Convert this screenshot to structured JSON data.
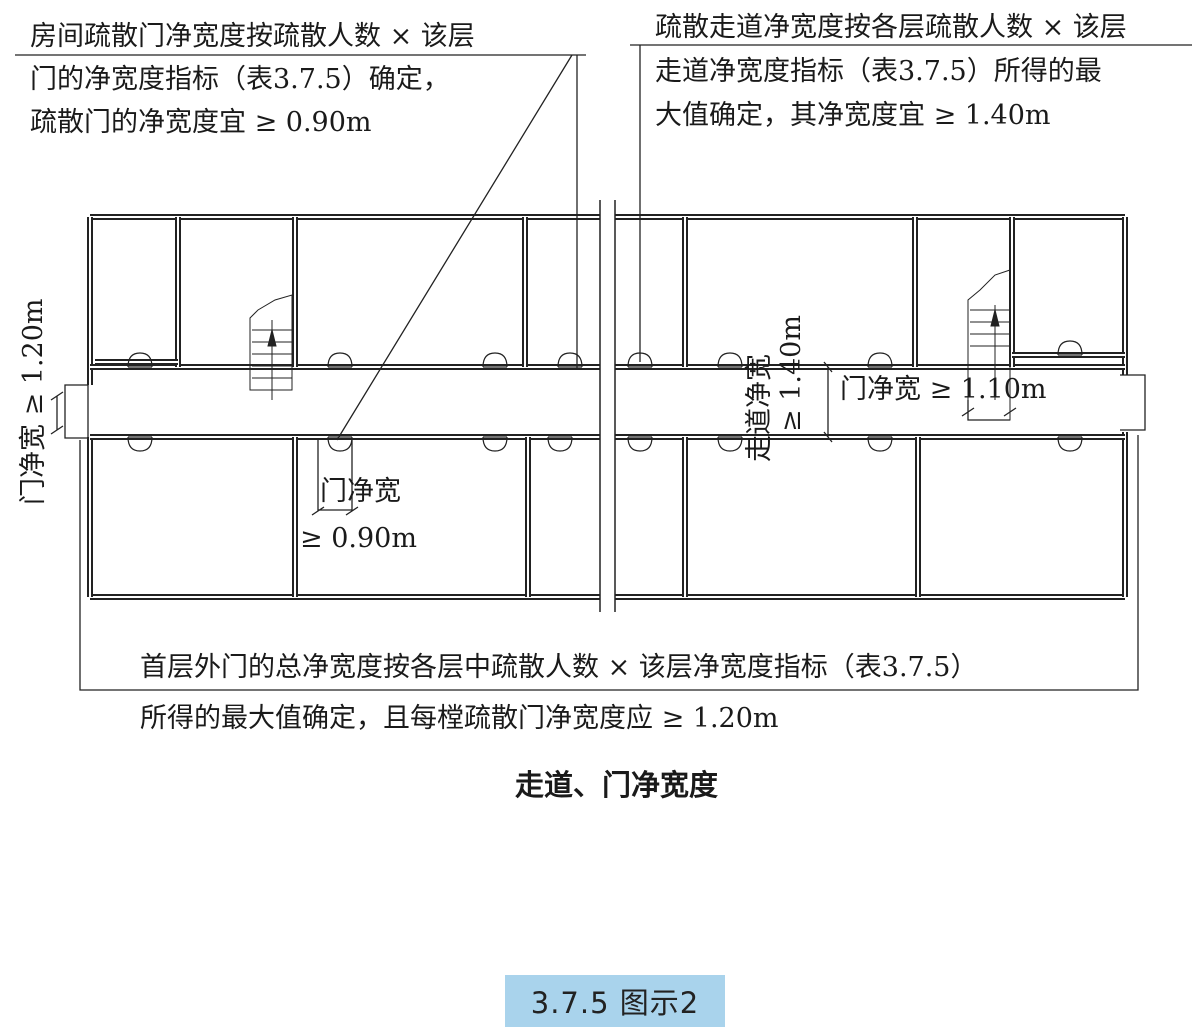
{
  "notes": {
    "room_door": [
      "房间疏散门净宽度按疏散人数 × 该层",
      "门的净宽度指标（表3.7.5）确定，",
      "疏散门的净宽度宜 ≥ 0.90m"
    ],
    "corridor": [
      "疏散走道净宽度按各层疏散人数 × 该层",
      "走道净宽度指标（表3.7.5）所得的最",
      "大值确定，其净宽度宜 ≥ 1.40m"
    ],
    "exit_door": [
      "首层外门的总净宽度按各层中疏散人数 × 该层净宽度指标（表3.7.5）",
      "所得的最大值确定，且每樘疏散门净宽度应 ≥ 1.20m"
    ]
  },
  "dims": {
    "exit_door": "门净宽 ≥ 1.20m",
    "room_door_label": "门净宽",
    "room_door_value": "≥ 0.90m",
    "corridor_label": "走道净宽",
    "corridor_value": "≥ 1.40m",
    "stair_door": "门净宽 ≥ 1.10m"
  },
  "figure_title": "走道、门净宽度",
  "caption": "3.7.5 图示2",
  "colors": {
    "ink": "#1a1a1a",
    "caption_bg": "#a9d3ec"
  }
}
